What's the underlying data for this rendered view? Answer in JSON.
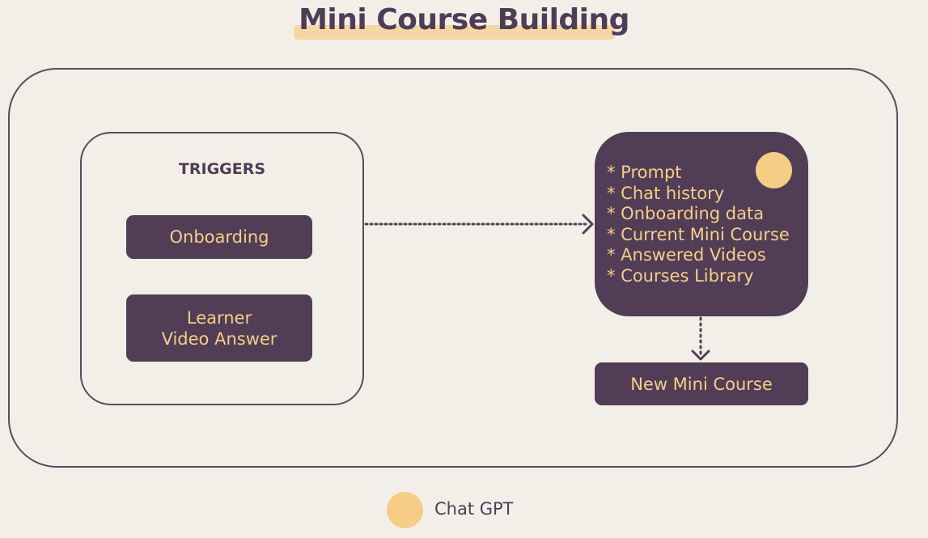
{
  "diagram": {
    "title": "Mini Course Building",
    "triggers": {
      "heading": "TRIGGERS",
      "items": [
        {
          "label": "Onboarding"
        },
        {
          "label": "Learner\nVideo Answer"
        }
      ]
    },
    "gpt_inputs": {
      "items": [
        "* Prompt",
        "* Chat history",
        "* Onboarding data",
        "* Current Mini Course",
        "* Answered Videos",
        "* Courses Library"
      ]
    },
    "output": {
      "label": "New Mini Course"
    },
    "legend": {
      "label": "Chat GPT"
    }
  },
  "colors": {
    "background": "#f2efe8",
    "dark_purple": "#513d56",
    "accent_yellow": "#f7cd86",
    "title_highlight": "#f5d7a3",
    "stroke": "#5a4a60"
  }
}
